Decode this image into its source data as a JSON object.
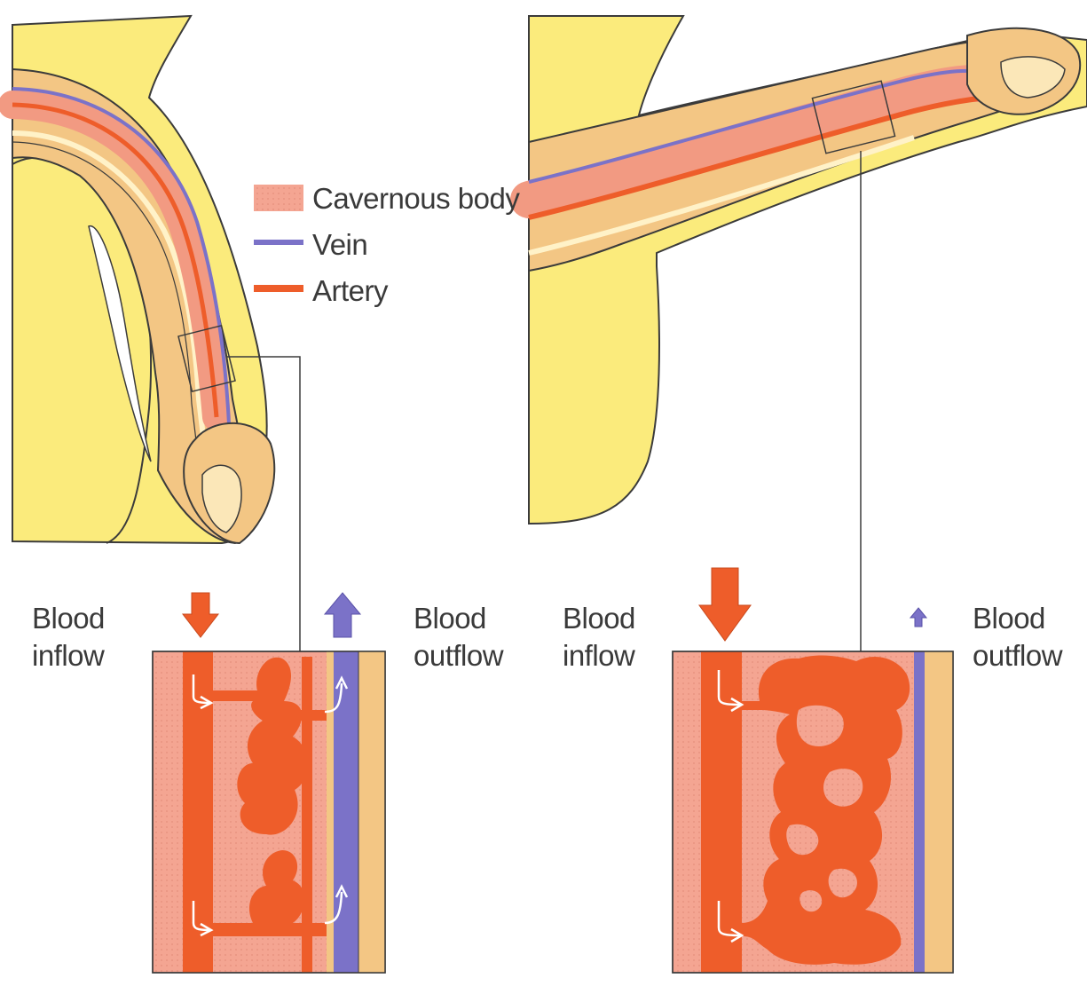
{
  "legend": {
    "items": [
      {
        "label": "Cavernous body",
        "color": "#f2a97a"
      },
      {
        "label": "Vein",
        "color": "#7b72c8"
      },
      {
        "label": "Artery",
        "color": "#ee5d2a"
      }
    ]
  },
  "flaccid_panel": {
    "inflow_label": [
      "Blood",
      "inflow"
    ],
    "outflow_label": [
      "Blood",
      "outflow"
    ]
  },
  "erect_panel": {
    "inflow_label": [
      "Blood",
      "inflow"
    ],
    "outflow_label": [
      "Blood",
      "outflow"
    ]
  },
  "colors": {
    "skin": "#fbeb7c",
    "tissue": "#f3c684",
    "cavernous": "#f2a28a",
    "artery": "#ee5d2a",
    "vein": "#7b72c8",
    "outline": "#3b3b3b",
    "arrow_white": "#ffffff"
  }
}
